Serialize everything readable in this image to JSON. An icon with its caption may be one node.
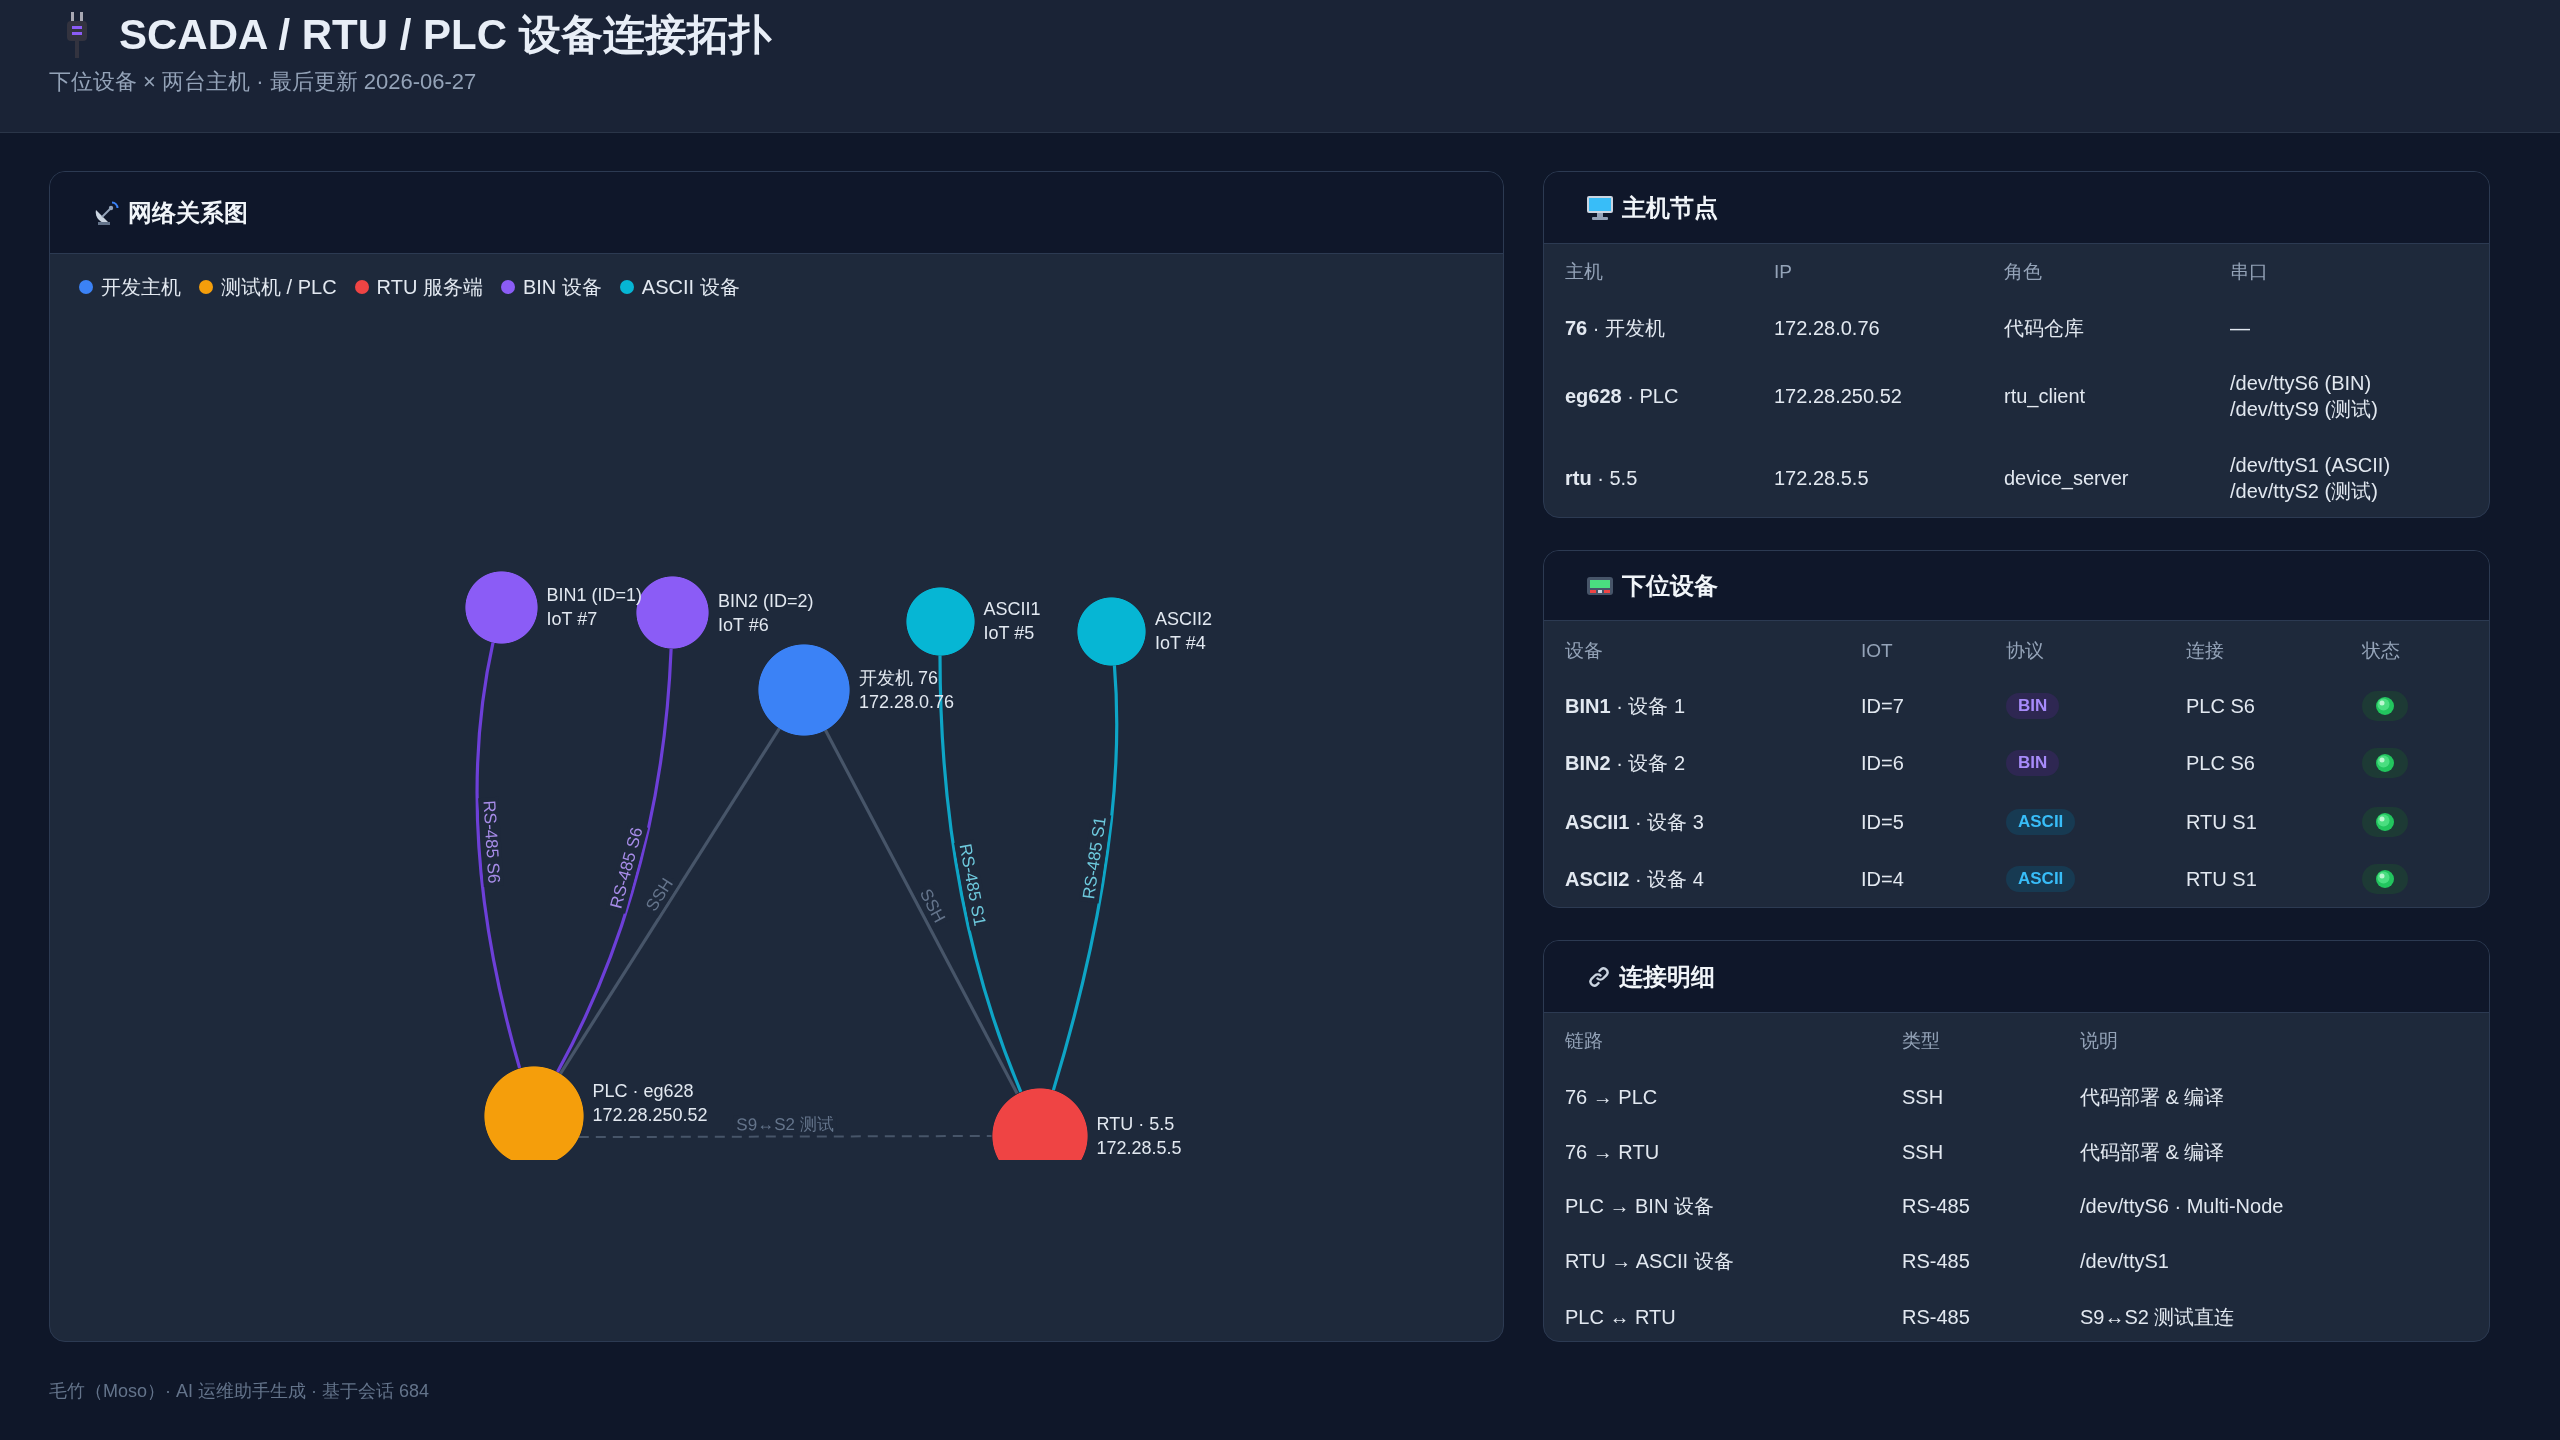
{
  "diagram": {
    "title": "SCADA / RTU / PLC 设备连接拓扑",
    "caption": "毛竹（Moso）· AI 运维助手生成 · 基于会话 684",
    "nodes": [
      {
        "text": [
          "网络关系图"
        ]
      },
      {
        "text": [],
        "shape": "circle",
        "in": 0,
        "beside": [
          "BIN1 (ID=1)",
          "IoT #7"
        ]
      },
      {
        "text": [],
        "shape": "circle",
        "in": 0,
        "beside": [
          "BIN2 (ID=2)",
          "IoT #6"
        ]
      },
      {
        "text": [],
        "shape": "circle",
        "in": 0,
        "beside": [
          "ASCII1",
          "IoT #5"
        ]
      },
      {
        "text": [],
        "shape": "circle",
        "in": 0,
        "beside": [
          "ASCII2",
          "IoT #4"
        ]
      },
      {
        "text": [],
        "shape": "circle",
        "in": 0,
        "beside": [
          "开发机 76",
          "172.28.0.76"
        ]
      },
      {
        "text": [],
        "shape": "circle",
        "in": 0,
        "beside": [
          "PLC · eg628",
          "172.28.250.52"
        ]
      },
      {
        "text": [],
        "shape": "circle",
        "in": 0,
        "beside": [
          "RTU · 5.5",
          "172.28.5.5"
        ]
      },
      {
        "text": [
          "主机节点"
        ]
      },
      {
        "text": [
          "下位设备"
        ]
      },
      {
        "text": [
          "连接明细"
        ]
      }
    ],
    "edges": [
      {
        "from": 1,
        "to": 6,
        "arrow": "none",
        "label": "RS-485 S6",
        "color": "#6d3fd8"
      },
      {
        "from": 2,
        "to": 6,
        "arrow": "none",
        "label": "RS-485 S6",
        "color": "#6d3fd8"
      },
      {
        "from": 5,
        "to": 6,
        "arrow": "none",
        "label": "SSH"
      },
      {
        "from": 5,
        "to": 7,
        "arrow": "none",
        "label": "SSH"
      },
      {
        "from": 3,
        "to": 7,
        "arrow": "none",
        "label": "RS-485 S1",
        "color": "#0ea5c6"
      },
      {
        "from": 4,
        "to": 7,
        "arrow": "none",
        "label": "RS-485 S1",
        "color": "#0ea5c6"
      },
      {
        "from": 6,
        "to": 7,
        "arrow": "none",
        "label": "S9↔S2 测试",
        "style": "dashed"
      }
    ],
    "labels": [
      "下位设备 × 两台主机 · 最后更新 2026-06-27",
      "主机",
      "IP",
      "角色",
      "串口",
      "**76** · 开发机",
      "172.28.0.76",
      "代码仓库",
      "—",
      "**eg628** · PLC",
      "172.28.250.52",
      "rtu_client",
      "/dev/ttyS6 (BIN)",
      "/dev/ttyS9 (测试)",
      "**rtu** · 5.5",
      "172.28.5.5",
      "device_server",
      "/dev/ttyS1 (ASCII)",
      "/dev/ttyS2 (测试)",
      "设备",
      "IOT",
      "协议",
      "连接",
      "状态",
      "**BIN1** · 设备 1",
      "ID=7",
      "BIN",
      "PLC S6",
      "**BIN2** · 设备 2",
      "ID=6",
      "BIN",
      "PLC S6",
      "**ASCII1** · 设备 3",
      "ID=5",
      "ASCII",
      "RTU S1",
      "**ASCII2** · 设备 4",
      "ID=4",
      "ASCII",
      "RTU S1",
      "链路",
      "类型",
      "说明",
      "76 → PLC",
      "SSH",
      "代码部署 & 编译",
      "76 → RTU",
      "SSH",
      "代码部署 & 编译",
      "PLC → BIN 设备",
      "RS-485",
      "/dev/ttyS6 · Multi-Node",
      "RTU → ASCII 设备",
      "RS-485",
      "/dev/ttyS1",
      "PLC ↔ RTU",
      "RS-485",
      "S9↔S2 测试直连"
    ],
    "legend": [
      {
        "text": "开发主机",
        "color": "#3b82f6"
      },
      {
        "text": "测试机 / PLC",
        "color": "#f59e0b"
      },
      {
        "text": "RTU 服务端",
        "color": "#ef4444"
      },
      {
        "text": "BIN 设备",
        "color": "#8b5cf6"
      },
      {
        "text": "ASCII 设备",
        "color": "#06b6d4"
      }
    ]
  }
}
